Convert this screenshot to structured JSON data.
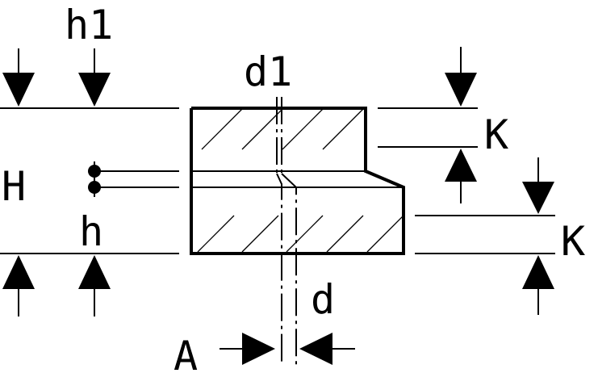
{
  "labels": {
    "h1": "h1",
    "d1": "d1",
    "K_top": "K",
    "H": "H",
    "h": "h",
    "K_bottom": "K",
    "d": "d",
    "A": "A"
  }
}
